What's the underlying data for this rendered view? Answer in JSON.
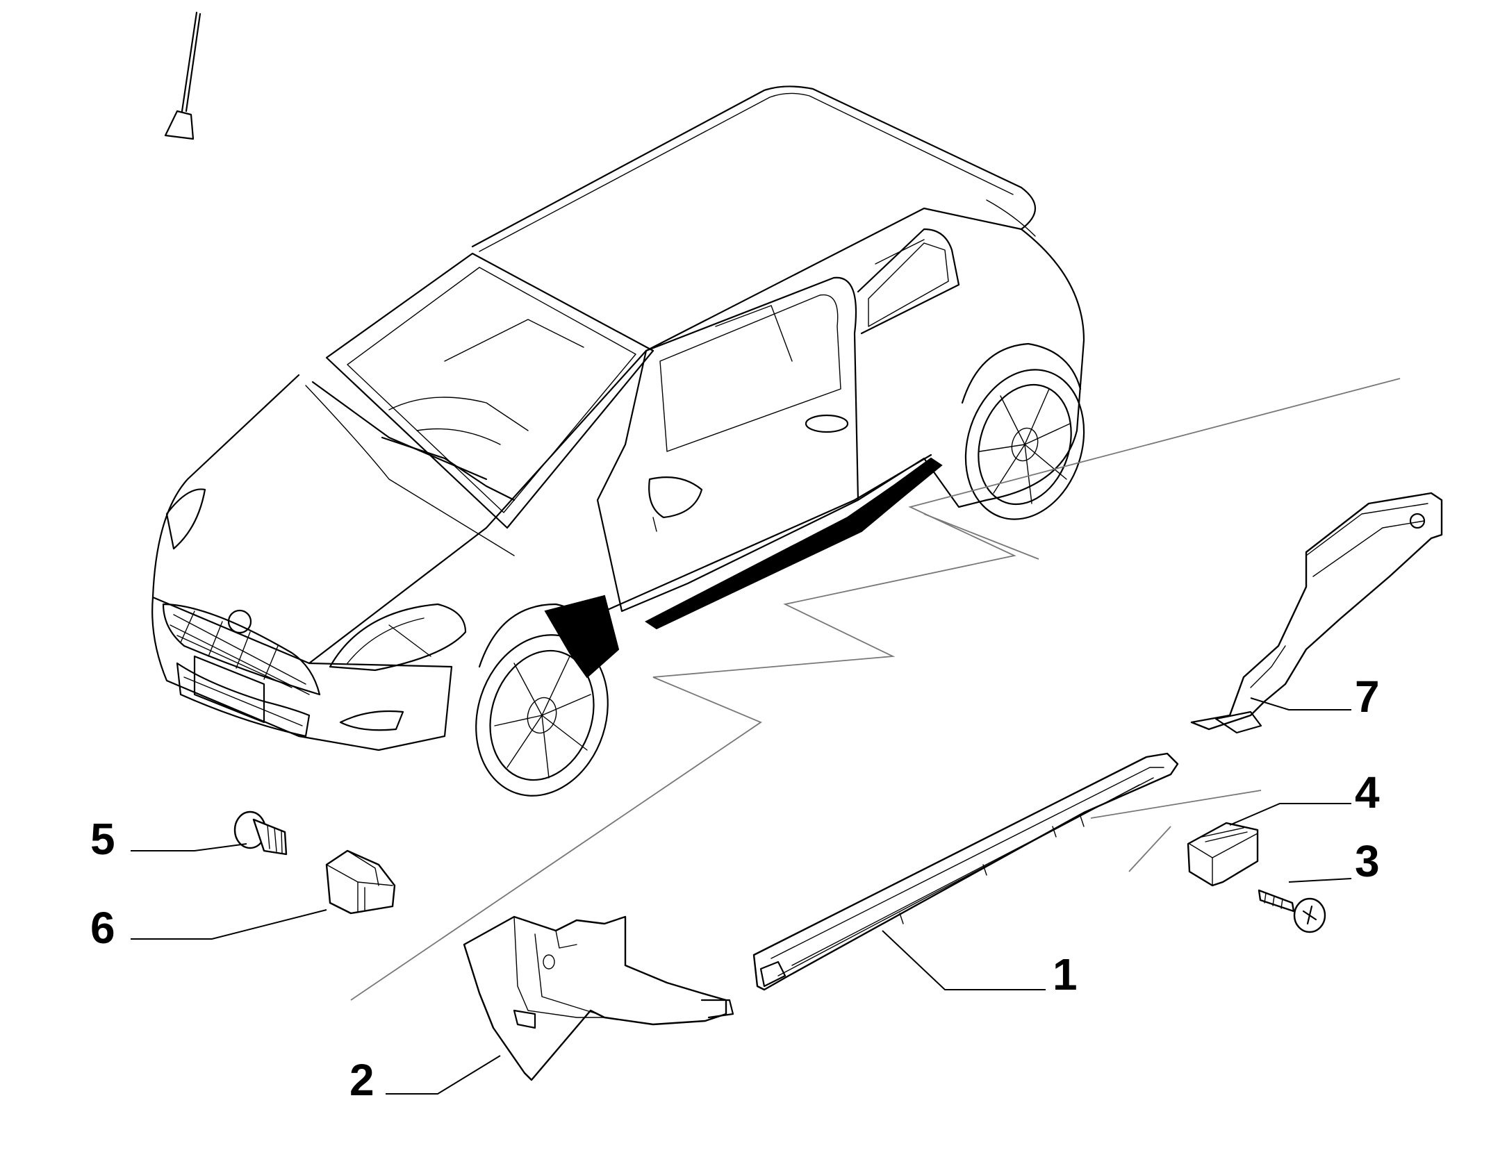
{
  "callouts": [
    {
      "id": "1",
      "label": "1"
    },
    {
      "id": "2",
      "label": "2"
    },
    {
      "id": "3",
      "label": "3"
    },
    {
      "id": "4",
      "label": "4"
    },
    {
      "id": "5",
      "label": "5"
    },
    {
      "id": "6",
      "label": "6"
    },
    {
      "id": "7",
      "label": "7"
    }
  ],
  "colors": {
    "line": "#000000",
    "background": "#ffffff",
    "ghost_line": "#777777"
  }
}
